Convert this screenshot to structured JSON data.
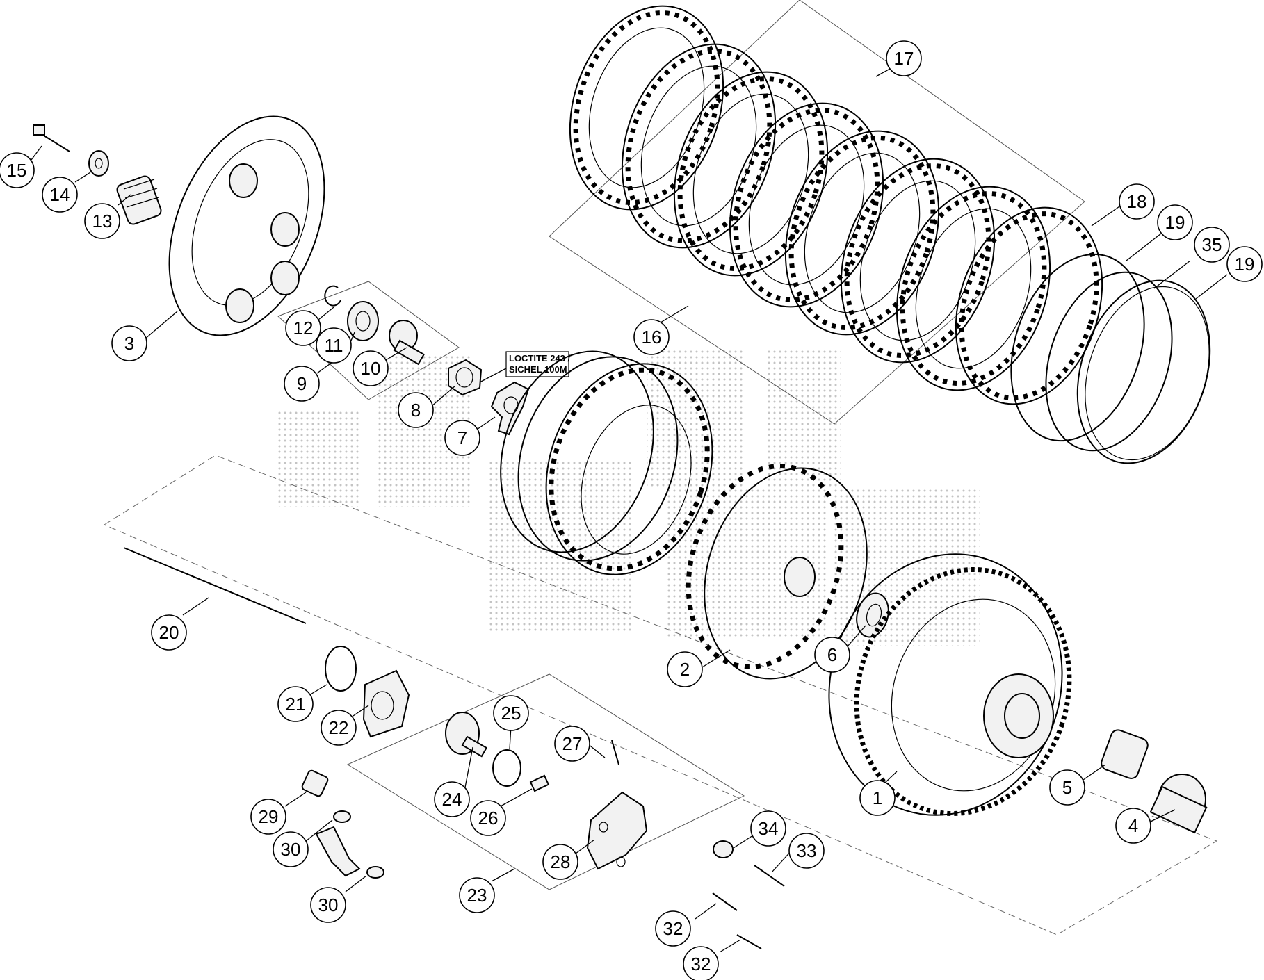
{
  "diagram": {
    "note_lines": [
      "LOCTITE 243 /",
      "SICHEL 100M"
    ],
    "callouts": [
      {
        "id": "c1",
        "label": "1"
      },
      {
        "id": "c2",
        "label": "2"
      },
      {
        "id": "c3",
        "label": "3"
      },
      {
        "id": "c4",
        "label": "4"
      },
      {
        "id": "c5",
        "label": "5"
      },
      {
        "id": "c6",
        "label": "6"
      },
      {
        "id": "c7",
        "label": "7"
      },
      {
        "id": "c8",
        "label": "8"
      },
      {
        "id": "c9",
        "label": "9"
      },
      {
        "id": "c10",
        "label": "10"
      },
      {
        "id": "c11",
        "label": "11"
      },
      {
        "id": "c12",
        "label": "12"
      },
      {
        "id": "c13",
        "label": "13"
      },
      {
        "id": "c14",
        "label": "14"
      },
      {
        "id": "c15",
        "label": "15"
      },
      {
        "id": "c16",
        "label": "16"
      },
      {
        "id": "c17",
        "label": "17"
      },
      {
        "id": "c18",
        "label": "18"
      },
      {
        "id": "c19a",
        "label": "19"
      },
      {
        "id": "c35",
        "label": "35"
      },
      {
        "id": "c19b",
        "label": "19"
      },
      {
        "id": "c20",
        "label": "20"
      },
      {
        "id": "c21",
        "label": "21"
      },
      {
        "id": "c22",
        "label": "22"
      },
      {
        "id": "c23",
        "label": "23"
      },
      {
        "id": "c24",
        "label": "24"
      },
      {
        "id": "c25",
        "label": "25"
      },
      {
        "id": "c26",
        "label": "26"
      },
      {
        "id": "c27",
        "label": "27"
      },
      {
        "id": "c28",
        "label": "28"
      },
      {
        "id": "c29",
        "label": "29"
      },
      {
        "id": "c30a",
        "label": "30"
      },
      {
        "id": "c30b",
        "label": "30"
      },
      {
        "id": "c32a",
        "label": "32"
      },
      {
        "id": "c32b",
        "label": "32"
      },
      {
        "id": "c33",
        "label": "33"
      },
      {
        "id": "c34",
        "label": "34"
      }
    ]
  }
}
